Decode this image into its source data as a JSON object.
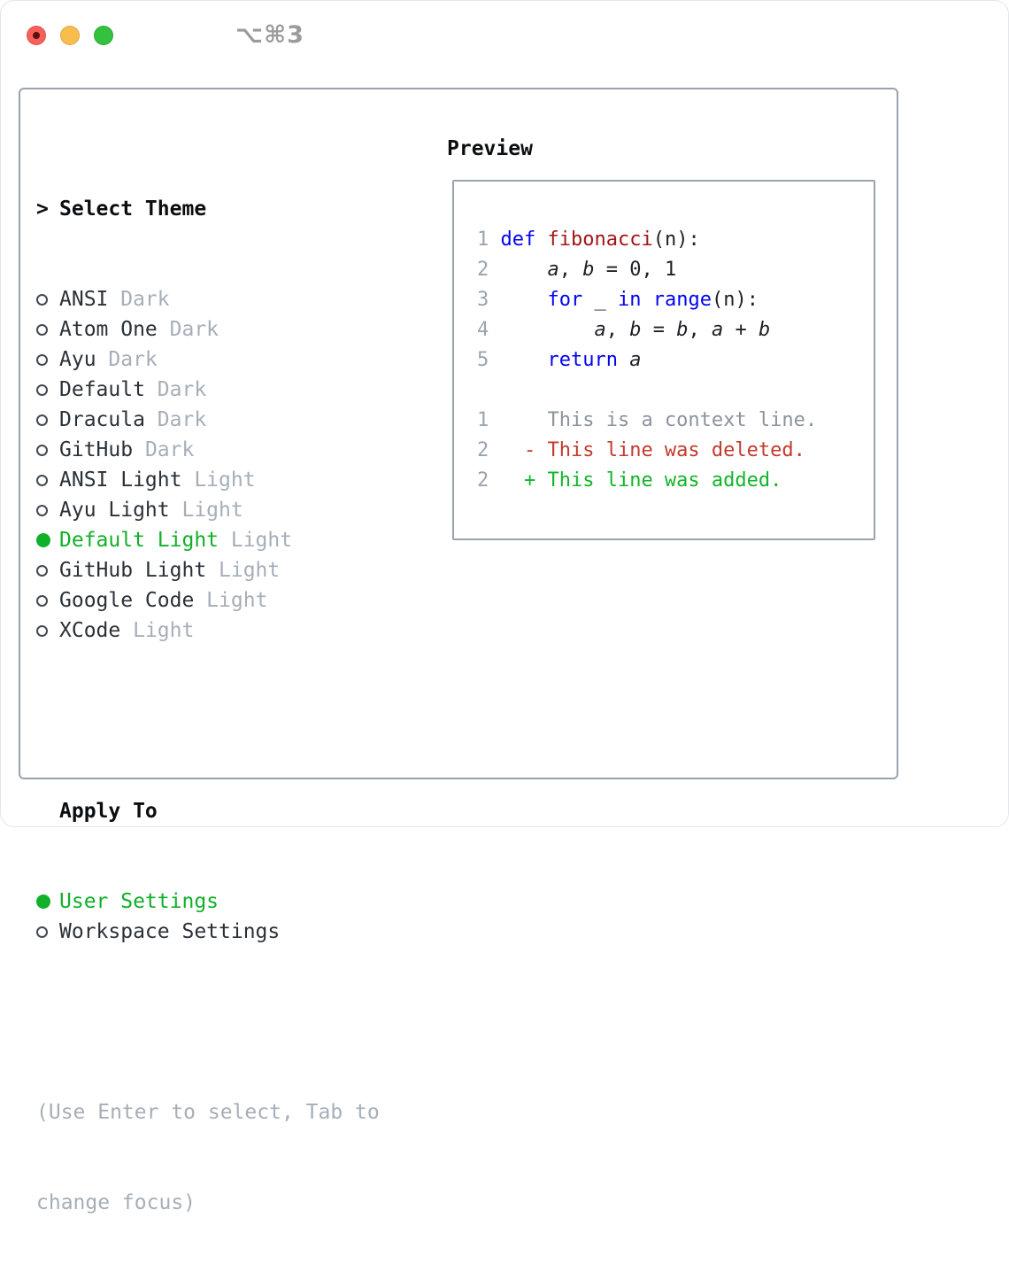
{
  "titlebar": {
    "shortcut": "⌥⌘3",
    "buttons": [
      {
        "name": "close",
        "color": "#f7605a"
      },
      {
        "name": "minimize",
        "color": "#f9bd4e"
      },
      {
        "name": "zoom",
        "color": "#33c13e"
      }
    ]
  },
  "theme_panel": {
    "prompt": ">",
    "title": "Select Theme",
    "themes": [
      {
        "name": "ANSI",
        "variant": "Dark",
        "selected": false
      },
      {
        "name": "Atom One",
        "variant": "Dark",
        "selected": false
      },
      {
        "name": "Ayu",
        "variant": "Dark",
        "selected": false
      },
      {
        "name": "Default",
        "variant": "Dark",
        "selected": false
      },
      {
        "name": "Dracula",
        "variant": "Dark",
        "selected": false
      },
      {
        "name": "GitHub",
        "variant": "Dark",
        "selected": false
      },
      {
        "name": "ANSI Light",
        "variant": "Light",
        "selected": false
      },
      {
        "name": "Ayu Light",
        "variant": "Light",
        "selected": false
      },
      {
        "name": "Default Light",
        "variant": "Light",
        "selected": true
      },
      {
        "name": "GitHub Light",
        "variant": "Light",
        "selected": false
      },
      {
        "name": "Google Code",
        "variant": "Light",
        "selected": false
      },
      {
        "name": "XCode",
        "variant": "Light",
        "selected": false
      }
    ],
    "apply_to_label": "Apply To",
    "apply_options": [
      {
        "label": "User Settings",
        "selected": true
      },
      {
        "label": "Workspace Settings",
        "selected": false
      }
    ],
    "hint_line1": "(Use Enter to select, Tab to",
    "hint_line2": "change focus)"
  },
  "preview": {
    "title": "Preview",
    "lines": [
      {
        "num": "1",
        "segs": [
          {
            "t": "def",
            "c": "kw"
          },
          {
            "t": " "
          },
          {
            "t": "fibonacci",
            "c": "fn"
          },
          {
            "t": "(n):"
          }
        ]
      },
      {
        "num": "2",
        "segs": [
          {
            "t": "    "
          },
          {
            "t": "a",
            "c": "var"
          },
          {
            "t": ", "
          },
          {
            "t": "b",
            "c": "var"
          },
          {
            "t": " = 0, 1"
          }
        ]
      },
      {
        "num": "3",
        "segs": [
          {
            "t": "    "
          },
          {
            "t": "for",
            "c": "kw"
          },
          {
            "t": " _ "
          },
          {
            "t": "in",
            "c": "kw"
          },
          {
            "t": " "
          },
          {
            "t": "range",
            "c": "kw"
          },
          {
            "t": "(n):"
          }
        ]
      },
      {
        "num": "4",
        "segs": [
          {
            "t": "        "
          },
          {
            "t": "a",
            "c": "var"
          },
          {
            "t": ", "
          },
          {
            "t": "b",
            "c": "var"
          },
          {
            "t": " = "
          },
          {
            "t": "b",
            "c": "var"
          },
          {
            "t": ", "
          },
          {
            "t": "a",
            "c": "var"
          },
          {
            "t": " + "
          },
          {
            "t": "b",
            "c": "var"
          }
        ]
      },
      {
        "num": "5",
        "segs": [
          {
            "t": "    "
          },
          {
            "t": "return",
            "c": "kw"
          },
          {
            "t": " "
          },
          {
            "t": "a",
            "c": "var"
          }
        ]
      },
      {
        "num": " ",
        "segs": []
      },
      {
        "num": "1",
        "segs": [
          {
            "t": "    This is a context line.",
            "c": "ctx"
          }
        ]
      },
      {
        "num": "2",
        "segs": [
          {
            "t": "  - This line was deleted.",
            "c": "del"
          }
        ]
      },
      {
        "num": "2",
        "segs": [
          {
            "t": "  + This line was added.",
            "c": "add"
          }
        ]
      }
    ]
  },
  "colors": {
    "selected_green": "#10b028",
    "added_green": "#12b52a",
    "deleted_red": "#c33a2b",
    "keyword_blue": "#0202f2",
    "function_red": "#a31515",
    "muted_gray": "#a6aeb8",
    "context_gray": "#8b939c",
    "frame_gray": "#9aa3ad",
    "text_dark": "#2b3138"
  }
}
